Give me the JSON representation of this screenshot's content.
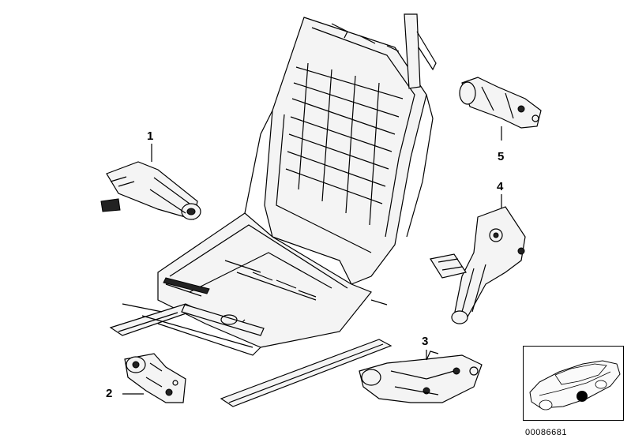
{
  "callouts": [
    {
      "id": "1",
      "label": "1"
    },
    {
      "id": "2",
      "label": "2"
    },
    {
      "id": "3",
      "label": "3"
    },
    {
      "id": "4",
      "label": "4"
    },
    {
      "id": "5",
      "label": "5"
    }
  ],
  "part_number": "00086681",
  "icons": {
    "seat_frame": "seat-frame-icon",
    "motor_1": "motor-icon",
    "motor_2": "motor-icon",
    "motor_3": "motor-icon",
    "motor_4": "motor-icon",
    "motor_5": "motor-icon",
    "car_inset": "car-icon"
  }
}
